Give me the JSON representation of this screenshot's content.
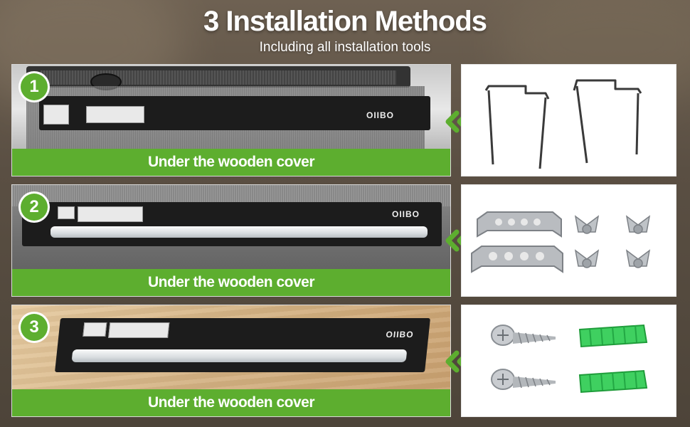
{
  "header": {
    "title": "3 Installation Methods",
    "subtitle": "Including all installation tools"
  },
  "methods": [
    {
      "number": "1",
      "label": "Under the wooden cover",
      "brand": "OIIBO"
    },
    {
      "number": "2",
      "label": "Under the wooden cover",
      "brand": "OIIBO"
    },
    {
      "number": "3",
      "label": "Under the wooden cover",
      "brand": "OIIBO"
    }
  ],
  "colors": {
    "accent": "#5dae2f",
    "text": "#ffffff"
  },
  "icons": [
    "chevron-double-left-icon",
    "wire-hanger-icon",
    "metal-bracket-icon",
    "wing-nut-icon",
    "screw-icon",
    "wall-anchor-icon"
  ]
}
